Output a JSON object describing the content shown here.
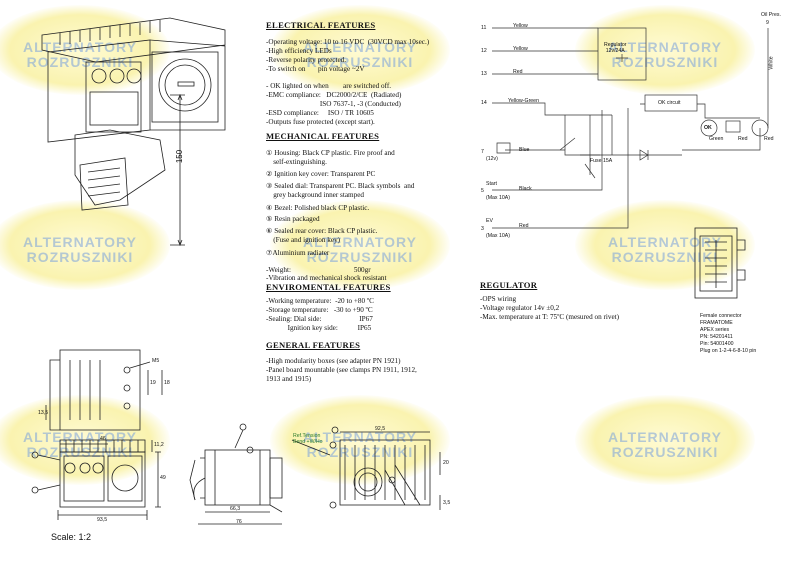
{
  "watermark": {
    "line1": "ALTERNATORY",
    "line2": "ROZRUSZNIKI"
  },
  "electrical": {
    "title": "ELECTRICAL FEATURES",
    "lines": [
      "-Operating voltage: 10 to 16 VDC  (30VCD max 10sec.)",
      "-High efficiency LEDs",
      "-Reverse polarity protected.",
      "-To switch on       pin voltage ~2V",
      "",
      "- OK lighted on when        are switched off.",
      "-EMC compliance:   DC2000/2/CE  (Radiated)",
      "                              ISO 7637-1, -3 (Conducted)",
      "-ESD compliance:     ISO / TR 10605",
      "-Outputs fuse protected (except start)."
    ]
  },
  "mechanical": {
    "title": "MECHANICAL FEATURES",
    "items": [
      "① Housing: Black CP plastic. Fire proof and\n    self-extinguishing.",
      "② Ignition key cover: Transparent PC",
      "③ Sealed dial: Transparent PC. Black symbols  and\n    grey background inner stamped",
      "④ Bezel: Polished black CP plastic.",
      "⑤ Resin packaged",
      "⑥ Sealed rear cover: Black CP plastic.\n    (Fuse and ignition key)",
      "⑦Aluminium radiater"
    ],
    "weight": "-Weight:                                   500gr",
    "vibration": "-Vibration and mechanical shock resistant"
  },
  "environmental": {
    "title": "ENVIROMENTAL FEATURES",
    "lines": [
      "-Working temperature:  -20 to +80 ºC",
      "-Storage temperature:   -30 to +90 ºC",
      "-Sealing: Dial side:                     IP67",
      "            Ignition key side:           IP65"
    ]
  },
  "general": {
    "title": "GENERAL FEATURES",
    "lines": [
      "-High modularity boxes (see adapter PN 1921)",
      "-Panel board mountable (see clamps PN 1911, 1912,",
      "1913 and 1915)"
    ]
  },
  "regulator": {
    "title": "REGULATOR",
    "lines": [
      "-OPS wiring",
      "-Voltage regulator 14v ±0,2",
      "-Max. temperature at T: 75ºC (mesured on rivet)"
    ]
  },
  "connector": {
    "lines": [
      "Female connector",
      "FRAMATOME",
      "APEX series",
      "PN: 54201411",
      "Pin: 54001400",
      "Plug on 1-2-4-6-8-10 pin"
    ]
  },
  "schematic": {
    "pins": [
      {
        "num": "11",
        "wire": "Yellow"
      },
      {
        "num": "12",
        "wire": "Yellow"
      },
      {
        "num": "13",
        "wire": "Red"
      },
      {
        "num": "14",
        "wire": "Yellow-Green"
      },
      {
        "num": "7",
        "wire": "Blue"
      },
      {
        "num": "5",
        "wire": "Black"
      },
      {
        "num": "3",
        "wire": "Red"
      }
    ],
    "battery_label": "(12v)",
    "start_label": "Start",
    "start_max": "(Max 10A)",
    "ev_label": "EV",
    "ev_max": "(Max 10A)",
    "regulator_box": "Regulator\n12v/24A",
    "ok_circuit": "OK circuit",
    "fuse": "Fuse 15A",
    "oil_pres": "Oil Pres.",
    "oil_pin": "9",
    "white": "White",
    "lamp_labels": [
      "Green",
      "Red",
      "Red"
    ],
    "ok": "OK"
  },
  "dimensions": {
    "d150": "150",
    "d935": "93,5",
    "d76": "76",
    "d663": "66,3",
    "d46": "46",
    "d49": "49",
    "d112": "11,2",
    "d925": "92,5",
    "d135": "13,5",
    "d19": "19",
    "d18": "18",
    "d35": "3,5",
    "d20": "20",
    "m5": "M5",
    "cable_note": "Ref.Tension\nBend +W/Ho"
  },
  "scale": "Scale: 1:2"
}
